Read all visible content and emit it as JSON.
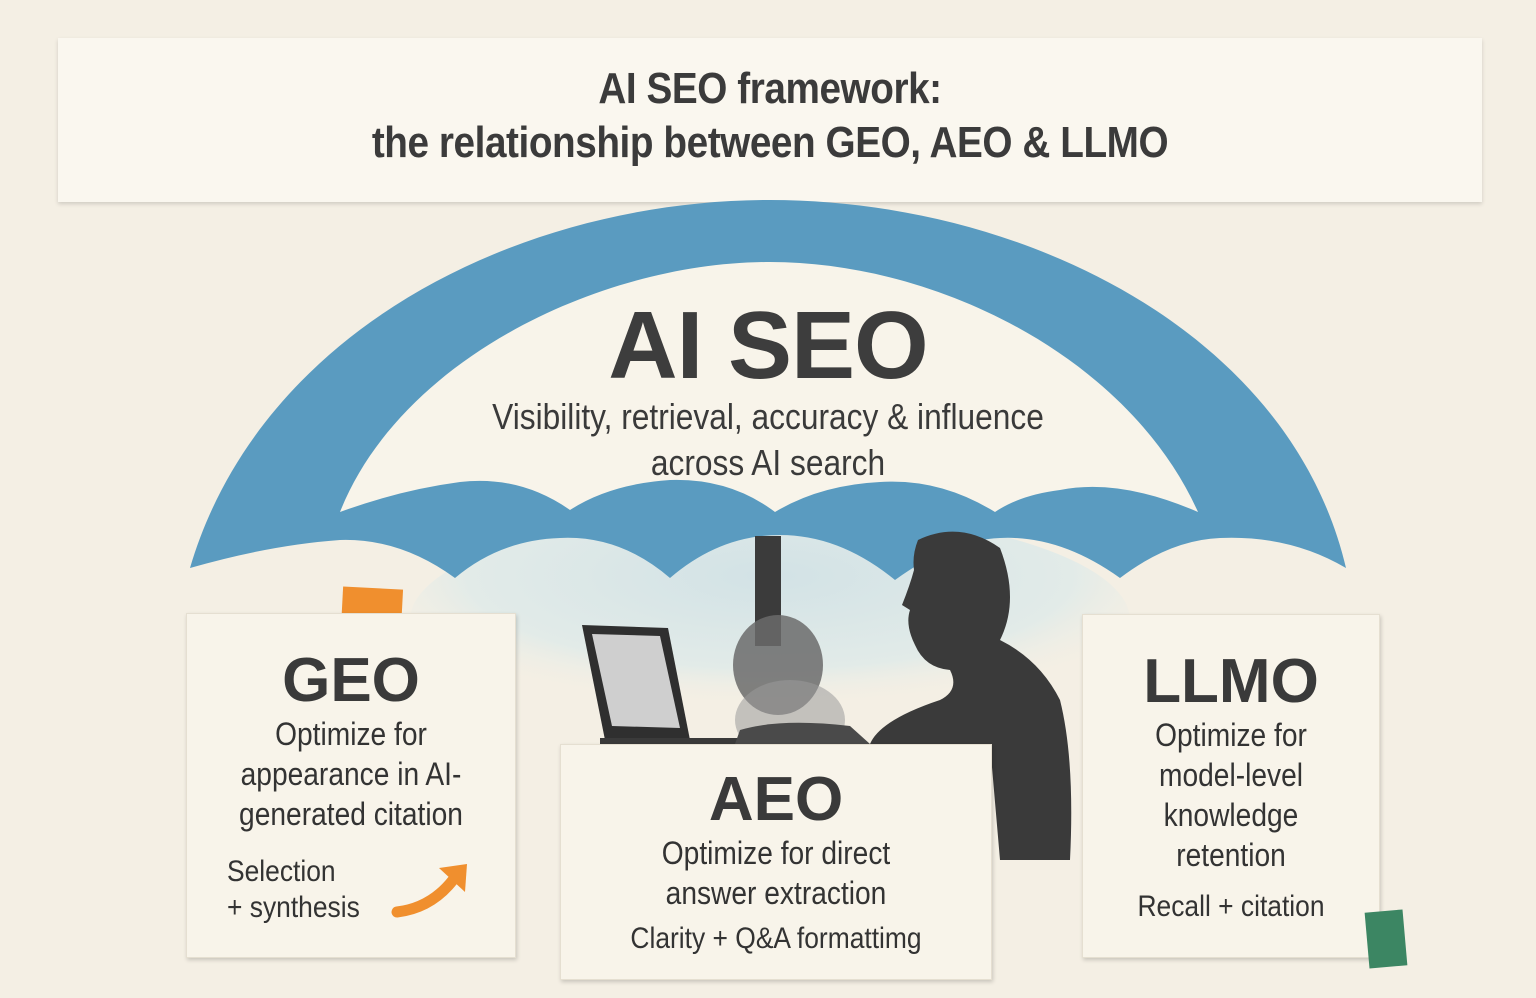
{
  "header": {
    "title_line1": "AI SEO framework:",
    "title_line2": "the relationship between GEO, AEO & LLMO"
  },
  "umbrella": {
    "title": "AI SEO",
    "subtitle_line1": "Visibility, retrieval, accuracy & influence",
    "subtitle_line2": "across AI search",
    "color": "#5a9bc0"
  },
  "cards": {
    "geo": {
      "name": "GEO",
      "desc_line1": "Optimize for",
      "desc_line2": "appearance in AI-",
      "desc_line3": "generated citation",
      "tag_line1": "Selection",
      "tag_line2": "+ synthesis",
      "accent_icon": "arrow-up-right-icon",
      "accent_color": "#f08f2e"
    },
    "aeo": {
      "name": "AEO",
      "desc_line1": "Optimize for direct",
      "desc_line2": "answer extraction",
      "tag": "Clarity + Q&A formattimg"
    },
    "llmo": {
      "name": "LLMO",
      "desc_line1": "Optimize for",
      "desc_line2": "model-level",
      "desc_line3": "knowledge",
      "desc_line4": "retention",
      "tag": "Recall + citation",
      "accent_color": "#3c8663"
    }
  },
  "illustration": {
    "subject": "person-with-laptop-under-umbrella"
  }
}
